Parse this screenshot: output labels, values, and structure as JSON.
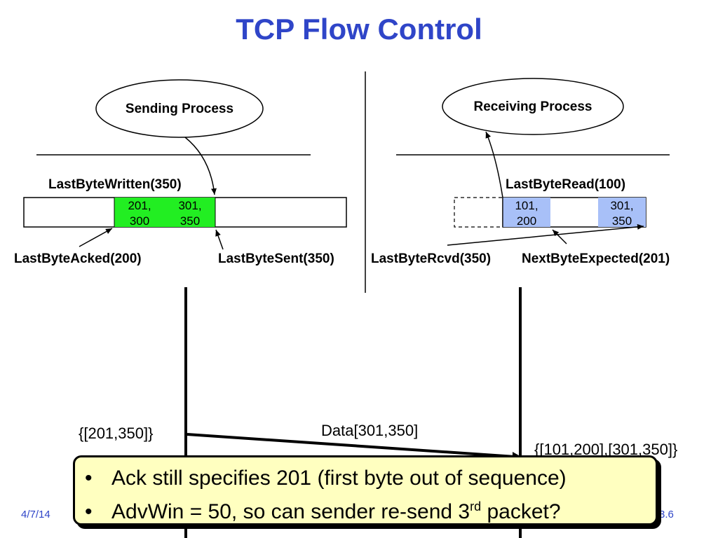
{
  "title": "TCP Flow Control",
  "sender": {
    "process_label": "Sending Process",
    "last_byte_written": "LastByteWritten(350)",
    "last_byte_acked": "LastByteAcked(200)",
    "last_byte_sent": "LastByteSent(350)",
    "segments": [
      {
        "line1": "201,",
        "line2": "300"
      },
      {
        "line1": "301,",
        "line2": "350"
      }
    ],
    "segment_color": "#22ee22"
  },
  "receiver": {
    "process_label": "Receiving Process",
    "last_byte_read": "LastByteRead(100)",
    "last_byte_rcvd": "LastByteRcvd(350)",
    "next_byte_expected": "NextByteExpected(201)",
    "segments": [
      {
        "line1": "101,",
        "line2": "200"
      },
      {
        "line1": "301,",
        "line2": "350"
      }
    ],
    "segment_color": "#a8c0f8"
  },
  "timeline": {
    "sender_range": "{[201,350]}",
    "data_label": "Data[301,350]",
    "receiver_ranges": "{[101,200],[301,350]}"
  },
  "callout": {
    "bullet1": "Ack still specifies 201 (first byte out of sequence)",
    "bullet2_pre": "AdvWin = 50, so can sender re-send 3",
    "bullet2_sup": "rd",
    "bullet2_post": " packet?"
  },
  "footer": {
    "date": "4/7/14",
    "page": "3.6"
  }
}
